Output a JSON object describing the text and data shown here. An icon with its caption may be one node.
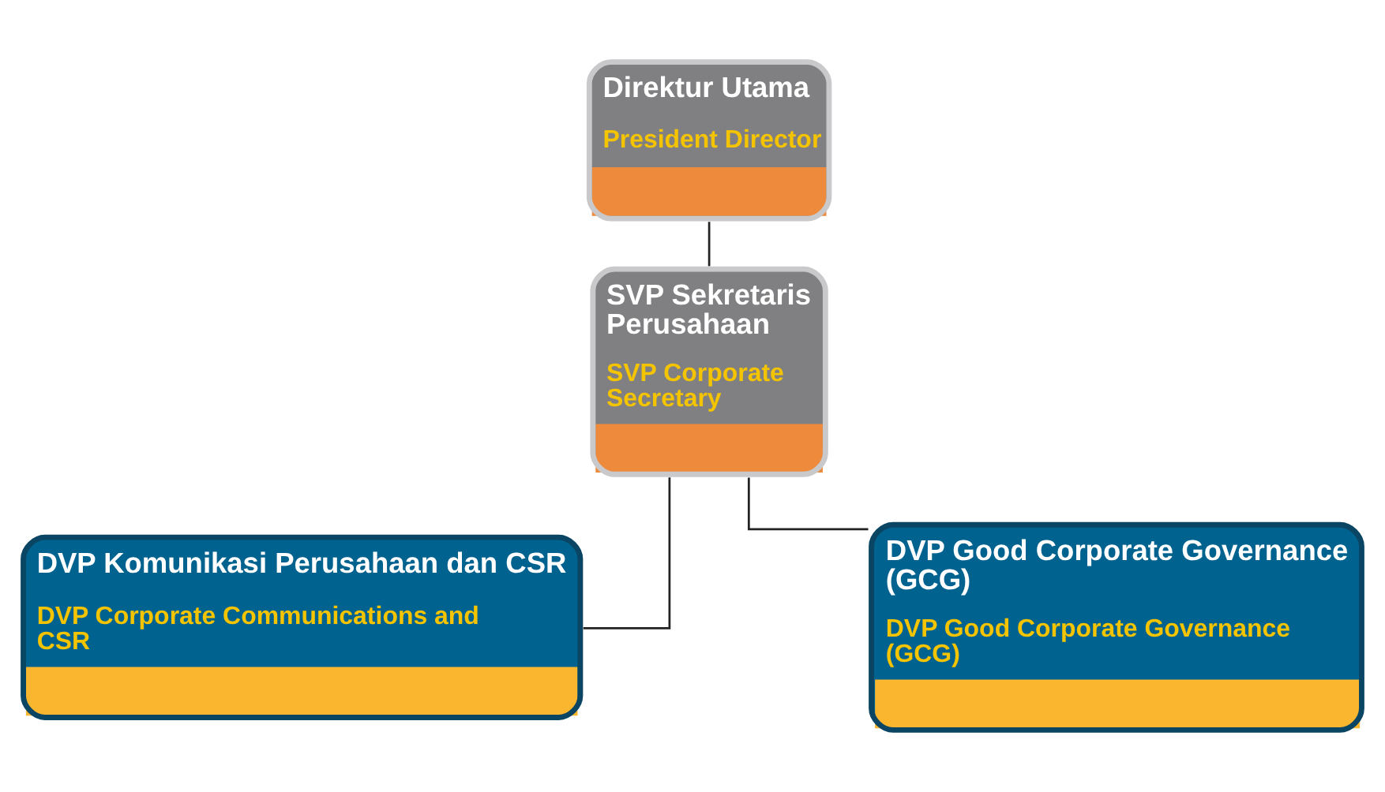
{
  "diagram": {
    "nodes": [
      {
        "text": [
          "Direktur Utama",
          "President Director"
        ]
      },
      {
        "text": [
          "SVP Sekretaris Perusahaan",
          "SVP Corporate Secretary"
        ]
      },
      {
        "text": [
          "DVP Komunikasi Perusahaan dan CSR",
          "DVP Corporate Communications and CSR"
        ]
      },
      {
        "text": [
          "DVP Good Corporate Governance (GCG)",
          "DVP Good Corporate Governance (GCG)"
        ]
      }
    ],
    "edges": [
      {
        "from": 0,
        "to": 1,
        "arrow": "none"
      },
      {
        "from": 1,
        "to": 2,
        "arrow": "none"
      },
      {
        "from": 1,
        "to": 3,
        "arrow": "none"
      }
    ]
  }
}
